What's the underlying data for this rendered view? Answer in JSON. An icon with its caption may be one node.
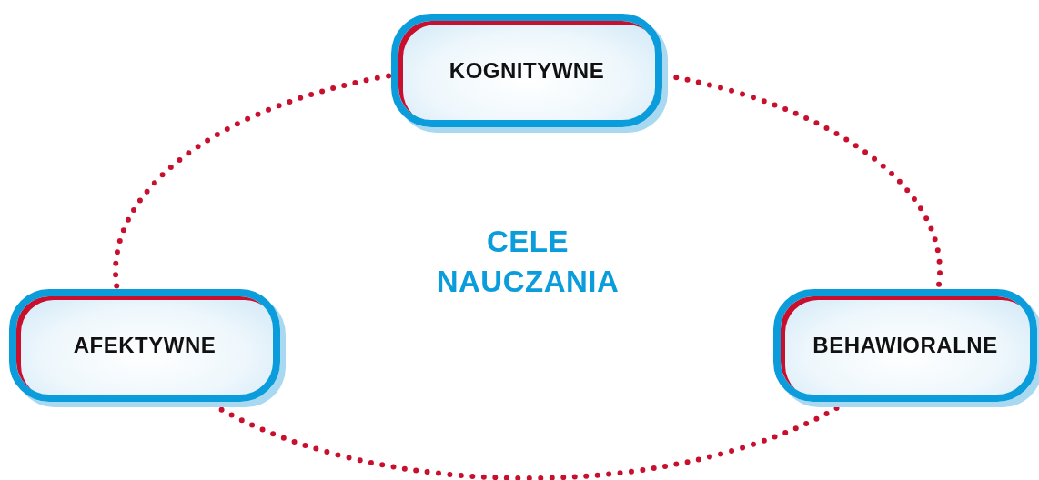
{
  "diagram": {
    "nodes": [
      {
        "text": [
          "KOGNITYWNE"
        ]
      },
      {
        "text": [
          "AFEKTYWNE"
        ]
      },
      {
        "text": [
          "BEHAWIORALNE"
        ]
      }
    ],
    "edges": [
      {
        "from": 0,
        "to": 1,
        "arrow": "none",
        "style": "dashed"
      },
      {
        "from": 0,
        "to": 2,
        "arrow": "none",
        "style": "dashed"
      },
      {
        "from": 1,
        "to": 2,
        "arrow": "none",
        "style": "dashed"
      }
    ],
    "labels": [
      "CELE NAUCZANIA"
    ]
  }
}
